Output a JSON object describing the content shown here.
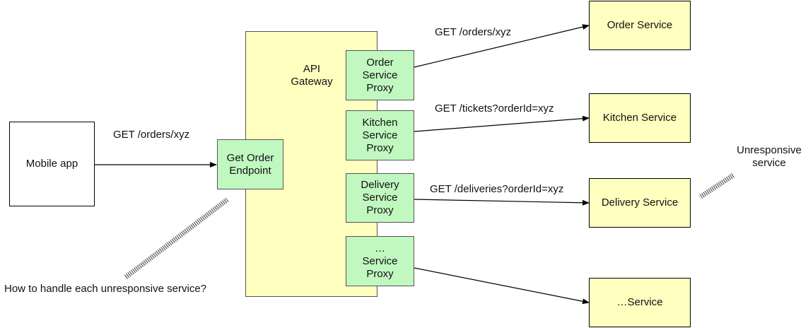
{
  "colors": {
    "service_fill": "#ffffc0",
    "proxy_fill": "#c0f8c0",
    "gateway_fill": "#ffffc0"
  },
  "mobile_app": {
    "label": "Mobile app"
  },
  "gateway": {
    "label_line1": "API",
    "label_line2": "Gateway"
  },
  "endpoint": {
    "label_line1": "Get Order",
    "label_line2": "Endpoint"
  },
  "proxies": [
    {
      "line1": "Order",
      "line2": "Service",
      "line3": "Proxy"
    },
    {
      "line1": "Kitchen",
      "line2": "Service",
      "line3": "Proxy"
    },
    {
      "line1": "Delivery",
      "line2": "Service",
      "line3": "Proxy"
    },
    {
      "line1": "…",
      "line2": "Service",
      "line3": "Proxy"
    }
  ],
  "services": [
    {
      "label": "Order Service"
    },
    {
      "label": "Kitchen Service"
    },
    {
      "label": "Delivery Service"
    },
    {
      "label": "…Service"
    }
  ],
  "requests": {
    "client": "GET /orders/xyz",
    "order": "GET /orders/xyz",
    "kitchen": "GET /tickets?orderId=xyz",
    "delivery": "GET /deliveries?orderId=xyz"
  },
  "annotations": {
    "unresponsive_line1": "Unresponsive",
    "unresponsive_line2": "service",
    "question": "How to handle each unresponsive service?"
  }
}
